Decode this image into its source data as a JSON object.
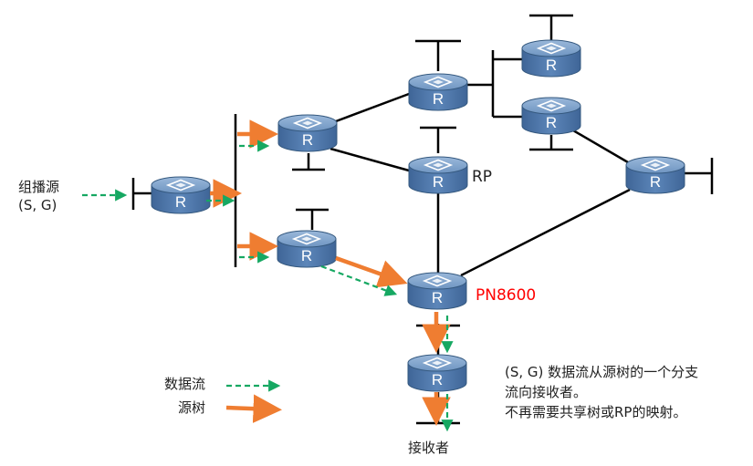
{
  "source": {
    "line1": "组播源",
    "line2": "(S, G)"
  },
  "router_letter": "R",
  "rp_label": "RP",
  "pn_label": "PN8600",
  "receiver_label": "接收者",
  "legend": {
    "data_flow": "数据流",
    "source_tree": "源树"
  },
  "note": {
    "line1": "(S, G) 数据流从源树的一个分支",
    "line2": "流向接收者。",
    "line3": "不再需要共享树或RP的映射。"
  },
  "colors": {
    "data_flow": "#16a862",
    "source_tree": "#ef7d31",
    "router_top": "#6f95c2",
    "router_side": "#4d74a6",
    "pn_label": "#ff0000",
    "line": "#000000"
  }
}
